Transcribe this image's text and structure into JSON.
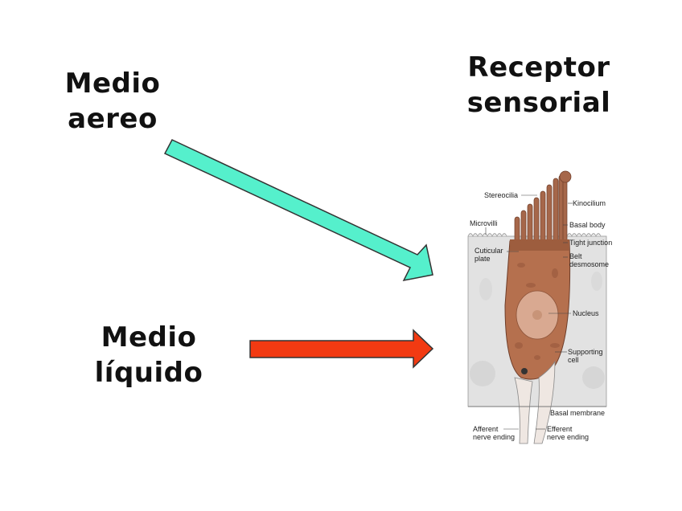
{
  "labels": {
    "medio_aereo_1": "Medio",
    "medio_aereo_2": "aereo",
    "medio_liquido_1": "Medio",
    "medio_liquido_2": "líquido",
    "receptor_1": "Receptor",
    "receptor_2": "sensorial"
  },
  "colors": {
    "arrow_air": "#55f0cc",
    "arrow_liquid": "#f23a12",
    "cell_body": "#b5704e",
    "support_tissue": "#e2e2e2"
  },
  "cell_labels": {
    "stereocilia": "Stereocilia",
    "kinocilium": "Kinocilium",
    "microvilli": "Microvilli",
    "basal_body": "Basal body",
    "tight_junction": "Tight junction",
    "cuticular_1": "Cuticular",
    "cuticular_2": "plate",
    "belt_1": "Belt",
    "belt_2": "desmosome",
    "nucleus": "Nucleus",
    "supporting_1": "Supporting",
    "supporting_2": "cell",
    "basal_membrane": "Basal membrane",
    "afferent_1": "Afferent",
    "afferent_2": "nerve ending",
    "efferent_1": "Efferent",
    "efferent_2": "nerve ending"
  }
}
